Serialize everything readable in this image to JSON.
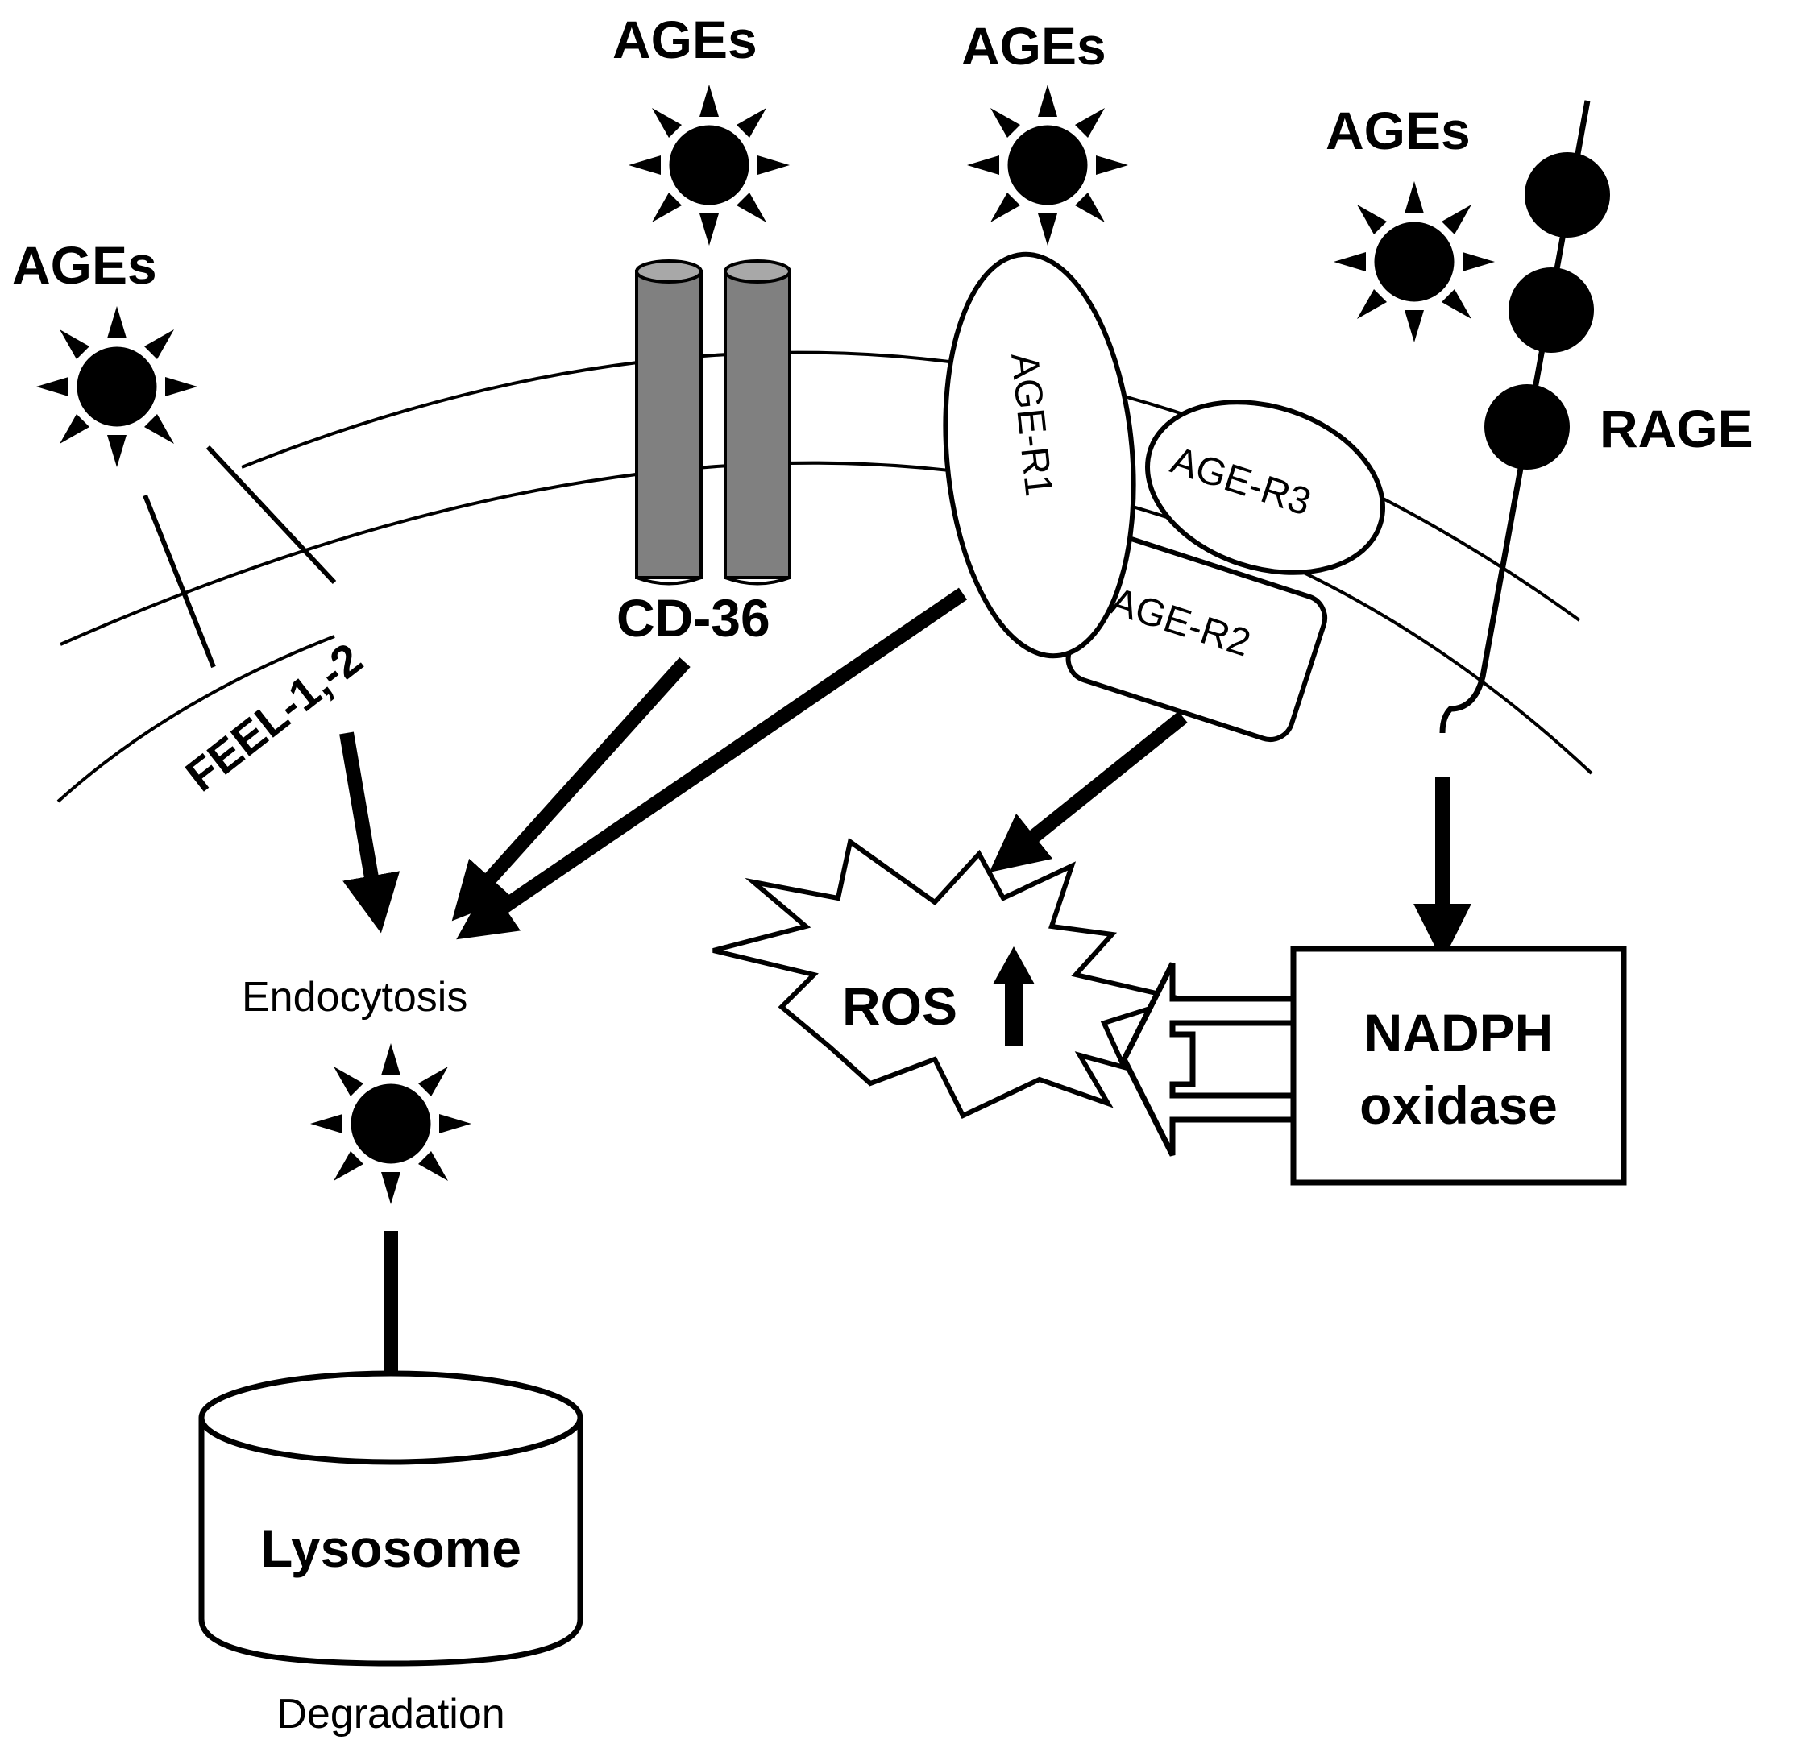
{
  "labels": {
    "ages": "AGEs",
    "feel": "FEEL-1,-2",
    "cd36": "CD-36",
    "ager1": "AGE-R1",
    "ager2": "AGE-R2",
    "ager3": "AGE-R3",
    "rage": "RAGE",
    "endocytosis": "Endocytosis",
    "ros": "ROS",
    "nadph_line1": "NADPH",
    "nadph_line2": "oxidase",
    "lysosome": "Lysosome",
    "degradation": "Degradation"
  },
  "colors": {
    "ink": "#000000",
    "receptor_gray": "#808080",
    "background": "#ffffff"
  },
  "icons": [
    "age-star-icon",
    "up-arrow-icon",
    "hollow-arrow-icon"
  ]
}
